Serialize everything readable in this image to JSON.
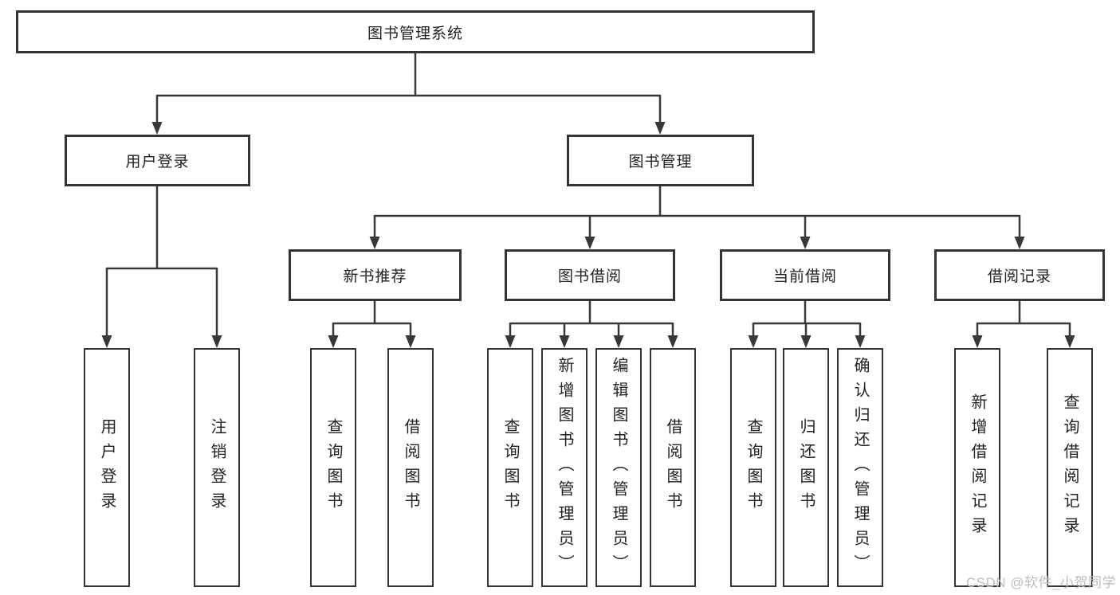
{
  "tree": {
    "root": {
      "label": "图书管理系统"
    },
    "user_login_branch": {
      "label": "用户登录",
      "children": [
        "用户登录",
        "注销登录"
      ]
    },
    "book_mgmt_branch": {
      "label": "图书管理",
      "sections": [
        {
          "label": "新书推荐",
          "children": [
            "查询图书",
            "借阅图书"
          ]
        },
        {
          "label": "图书借阅",
          "children": [
            "查询图书",
            "新增图书（管理员）",
            "编辑图书（管理员）",
            "借阅图书"
          ]
        },
        {
          "label": "当前借阅",
          "children": [
            "查询图书",
            "归还图书",
            "确认归还（管理员）"
          ]
        },
        {
          "label": "借阅记录",
          "children": [
            "新增借阅记录",
            "查询借阅记录"
          ]
        }
      ]
    }
  },
  "watermark": {
    "text": "CSDN @软件_小贺同学"
  },
  "colors": {
    "line": "#383838",
    "box_border": "#343434",
    "text": "#222222",
    "watermark": "#bcbcc0",
    "background": "#ffffff"
  }
}
